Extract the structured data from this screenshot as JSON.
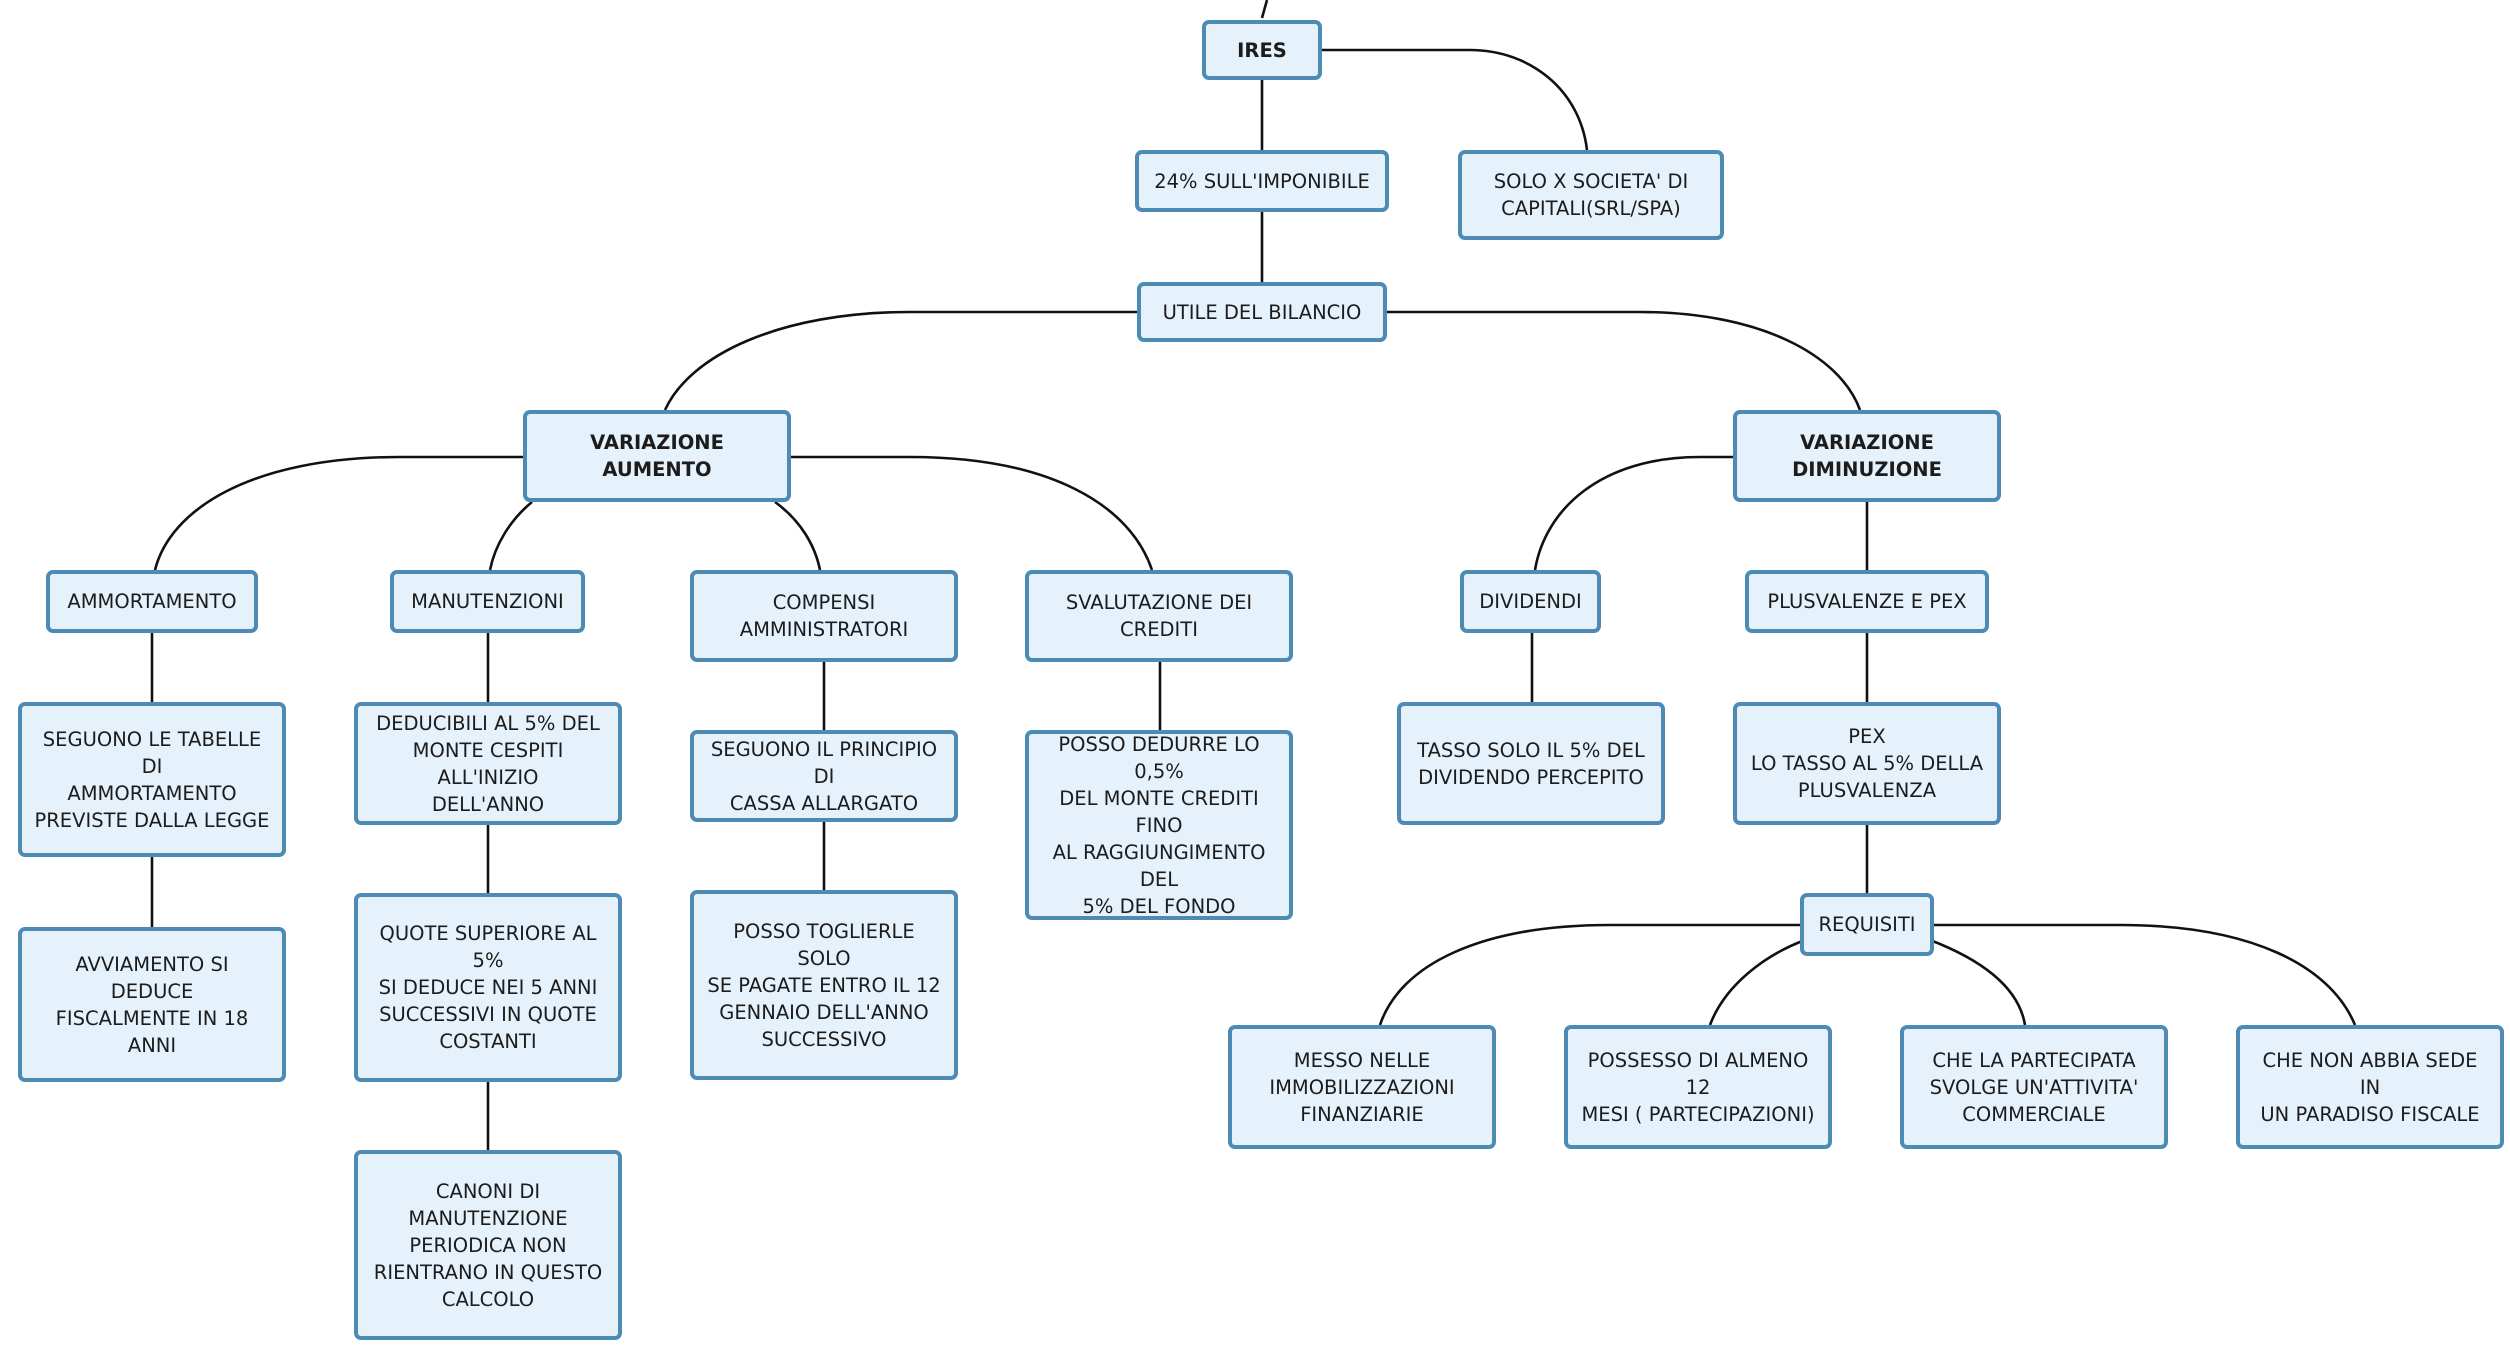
{
  "colors": {
    "node_fill": "#e6f2fb",
    "node_border": "#4d8bb5",
    "edge": "#111111",
    "text": "#1c1c1c"
  },
  "nodes": {
    "ires": {
      "label": "IRES"
    },
    "aliquota": {
      "label": "24% SULL'IMPONIBILE"
    },
    "solo_societa": {
      "label": "SOLO X SOCIETA' DI\nCAPITALI(SRL/SPA)"
    },
    "utile": {
      "label": "UTILE DEL BILANCIO"
    },
    "var_aumento": {
      "label": "VARIAZIONE AUMENTO"
    },
    "var_diminuzione": {
      "label": "VARIAZIONE\nDIMINUZIONE"
    },
    "ammortamento": {
      "label": "AMMORTAMENTO"
    },
    "manutenzioni": {
      "label": "MANUTENZIONI"
    },
    "compensi": {
      "label": "COMPENSI\nAMMINISTRATORI"
    },
    "svalutazione": {
      "label": "SVALUTAZIONE DEI\nCREDITI"
    },
    "dividendi": {
      "label": "DIVIDENDI"
    },
    "plusvalenze": {
      "label": "PLUSVALENZE E PEX"
    },
    "tabelle": {
      "label": "SEGUONO LE TABELLE DI\nAMMORTAMENTO\nPREVISTE DALLA LEGGE"
    },
    "deducibili": {
      "label": "DEDUCIBILI AL 5% DEL\nMONTE CESPITI ALL'INIZIO\nDELL'ANNO"
    },
    "cassa": {
      "label": "SEGUONO IL PRINCIPIO DI\nCASSA ALLARGATO"
    },
    "dedurre": {
      "label": "POSSO DEDURRE LO 0,5%\nDEL MONTE CREDITI FINO\nAL RAGGIUNGIMENTO DEL\n5% DEL FONDO"
    },
    "tasso_dividendo": {
      "label": "TASSO SOLO IL 5% DEL\nDIVIDENDO PERCEPITO"
    },
    "pex": {
      "label": "PEX\nLO TASSO AL 5% DELLA\nPLUSVALENZA"
    },
    "avviamento": {
      "label": "AVVIAMENTO SI DEDUCE\nFISCALMENTE IN 18 ANNI"
    },
    "quote": {
      "label": "QUOTE SUPERIORE AL 5%\nSI DEDUCE NEI 5 ANNI\nSUCCESSIVI IN QUOTE\nCOSTANTI"
    },
    "togliere": {
      "label": "POSSO TOGLIERLE SOLO\nSE PAGATE ENTRO IL 12\nGENNAIO DELL'ANNO\nSUCCESSIVO"
    },
    "canoni": {
      "label": "CANONI DI\nMANUTENZIONE\nPERIODICA NON\nRIENTRANO IN QUESTO\nCALCOLO"
    },
    "requisiti": {
      "label": "REQUISITI"
    },
    "messo": {
      "label": "MESSO NELLE\nIMMOBILIZZAZIONI\nFINANZIARIE"
    },
    "possesso": {
      "label": "POSSESSO DI ALMENO 12\nMESI ( PARTECIPAZIONI)"
    },
    "partecipata": {
      "label": "CHE LA PARTECIPATA\nSVOLGE UN'ATTIVITA'\nCOMMERCIALE"
    },
    "paradiso": {
      "label": "CHE NON ABBIA SEDE IN\nUN PARADISO FISCALE"
    }
  }
}
